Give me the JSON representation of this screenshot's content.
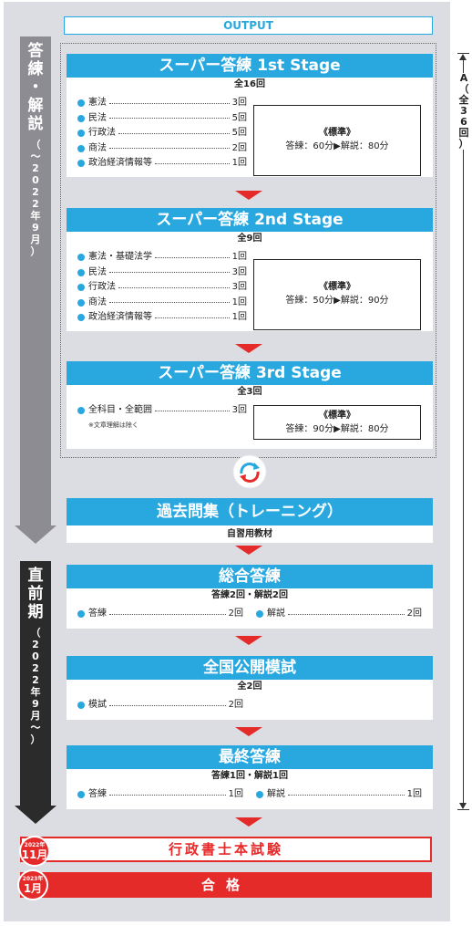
{
  "output_label": "OUTPUT",
  "phase1": {
    "title": "答練・解説",
    "period": "（〜2022年9月）"
  },
  "phase2": {
    "title": "直前期",
    "period": "（2022年9月〜）"
  },
  "range": {
    "label": "A（全36回）"
  },
  "stages": [
    {
      "title": "スーパー答練 1st Stage",
      "total": "全16回",
      "items": [
        {
          "name": "憲法",
          "count": "3回"
        },
        {
          "name": "民法",
          "count": "5回"
        },
        {
          "name": "行政法",
          "count": "5回"
        },
        {
          "name": "商法",
          "count": "2回"
        },
        {
          "name": "政治経済情報等",
          "count": "1回"
        }
      ],
      "standard": {
        "heading": "《標準》",
        "text": "答練：60分▶解説：80分"
      }
    },
    {
      "title": "スーパー答練 2nd Stage",
      "total": "全9回",
      "items": [
        {
          "name": "憲法・基礎法学",
          "count": "1回"
        },
        {
          "name": "民法",
          "count": "3回"
        },
        {
          "name": "行政法",
          "count": "3回"
        },
        {
          "name": "商法",
          "count": "1回"
        },
        {
          "name": "政治経済情報等",
          "count": "1回"
        }
      ],
      "standard": {
        "heading": "《標準》",
        "text": "答練：50分▶解説：90分"
      }
    },
    {
      "title": "スーパー答練 3rd Stage",
      "total": "全3回",
      "items": [
        {
          "name": "全科目・全範囲",
          "count": "3回"
        }
      ],
      "note": "※文章理解は除く",
      "standard": {
        "heading": "《標準》",
        "text": "答練：90分▶解説：80分"
      }
    }
  ],
  "repeat_label": "繰り返し",
  "past_exam": {
    "title": "過去問集（トレーニング）",
    "sub": "自習用教材"
  },
  "sogo": {
    "title": "総合答練",
    "sub": "答練2回・解説2回",
    "items": [
      {
        "name": "答練",
        "count": "2回"
      },
      {
        "name": "解説",
        "count": "2回"
      }
    ]
  },
  "mogi": {
    "title": "全国公開模試",
    "sub": "全2回",
    "items": [
      {
        "name": "模試",
        "count": "2回"
      }
    ]
  },
  "saishu": {
    "title": "最終答練",
    "sub": "答練1回・解説1回",
    "items": [
      {
        "name": "答練",
        "count": "1回"
      },
      {
        "name": "解説",
        "count": "1回"
      }
    ]
  },
  "exam": {
    "year": "2022年",
    "month": "11月",
    "title": "行政書士本試験"
  },
  "pass": {
    "year": "2023年",
    "month": "1月",
    "title": "合格"
  },
  "colors": {
    "accent": "#29a8e0",
    "red": "#e52a2a",
    "gray": "#8c8c92",
    "dark": "#2b2b2b"
  }
}
